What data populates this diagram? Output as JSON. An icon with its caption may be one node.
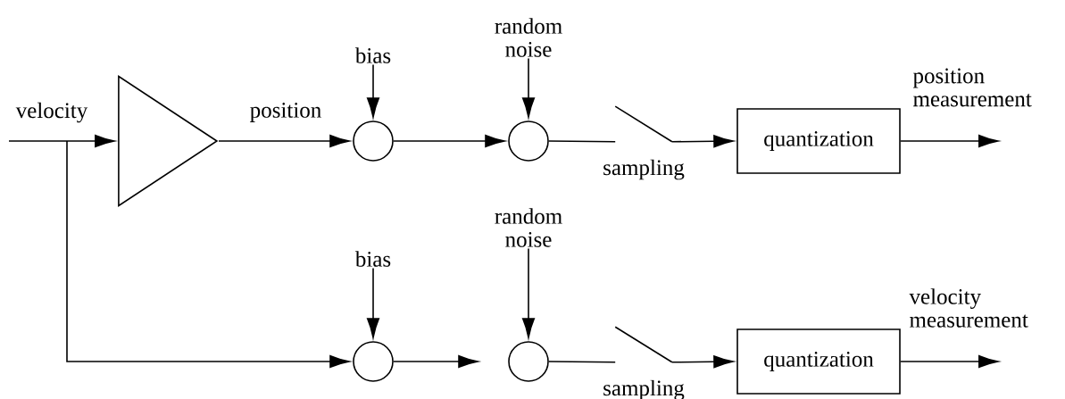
{
  "diagram": {
    "nodes": [
      {
        "text": [],
        "shape": "triangle"
      },
      {
        "text": [
          "bias"
        ]
      },
      {
        "text": [],
        "shape": "circle"
      },
      {
        "text": [
          "random noise"
        ]
      },
      {
        "text": [],
        "shape": "circle"
      },
      {
        "text": [],
        "shape": "switch",
        "beside": [
          "sampling"
        ]
      },
      {
        "text": [
          "quantization"
        ]
      },
      {
        "text": [
          "bias"
        ]
      },
      {
        "text": [],
        "shape": "circle"
      },
      {
        "text": [
          "random noise"
        ]
      },
      {
        "text": [],
        "shape": "circle"
      },
      {
        "text": [],
        "shape": "switch",
        "beside": [
          "sampling"
        ]
      },
      {
        "text": [
          "quantization"
        ]
      }
    ],
    "edges": [
      {
        "from": null,
        "to": 0,
        "arrow": "to",
        "label": "velocity"
      },
      {
        "from": null,
        "to": 8,
        "arrow": "to"
      },
      {
        "from": 0,
        "to": 2,
        "arrow": "to",
        "label": "position"
      },
      {
        "from": 1,
        "to": 2,
        "arrow": "to"
      },
      {
        "from": 2,
        "to": 4,
        "arrow": "to"
      },
      {
        "from": 3,
        "to": 4,
        "arrow": "to"
      },
      {
        "from": 4,
        "to": 5,
        "arrow": "none"
      },
      {
        "from": 5,
        "to": 6,
        "arrow": "to"
      },
      {
        "from": 6,
        "to": null,
        "arrow": "to",
        "label": "position measurement"
      },
      {
        "from": 7,
        "to": 8,
        "arrow": "to"
      },
      {
        "from": 8,
        "to": 10,
        "arrow": "to"
      },
      {
        "from": 9,
        "to": 10,
        "arrow": "to"
      },
      {
        "from": 10,
        "to": 11,
        "arrow": "none"
      },
      {
        "from": 11,
        "to": 12,
        "arrow": "to"
      },
      {
        "from": 12,
        "to": null,
        "arrow": "to",
        "label": "velocity measurement"
      }
    ]
  }
}
